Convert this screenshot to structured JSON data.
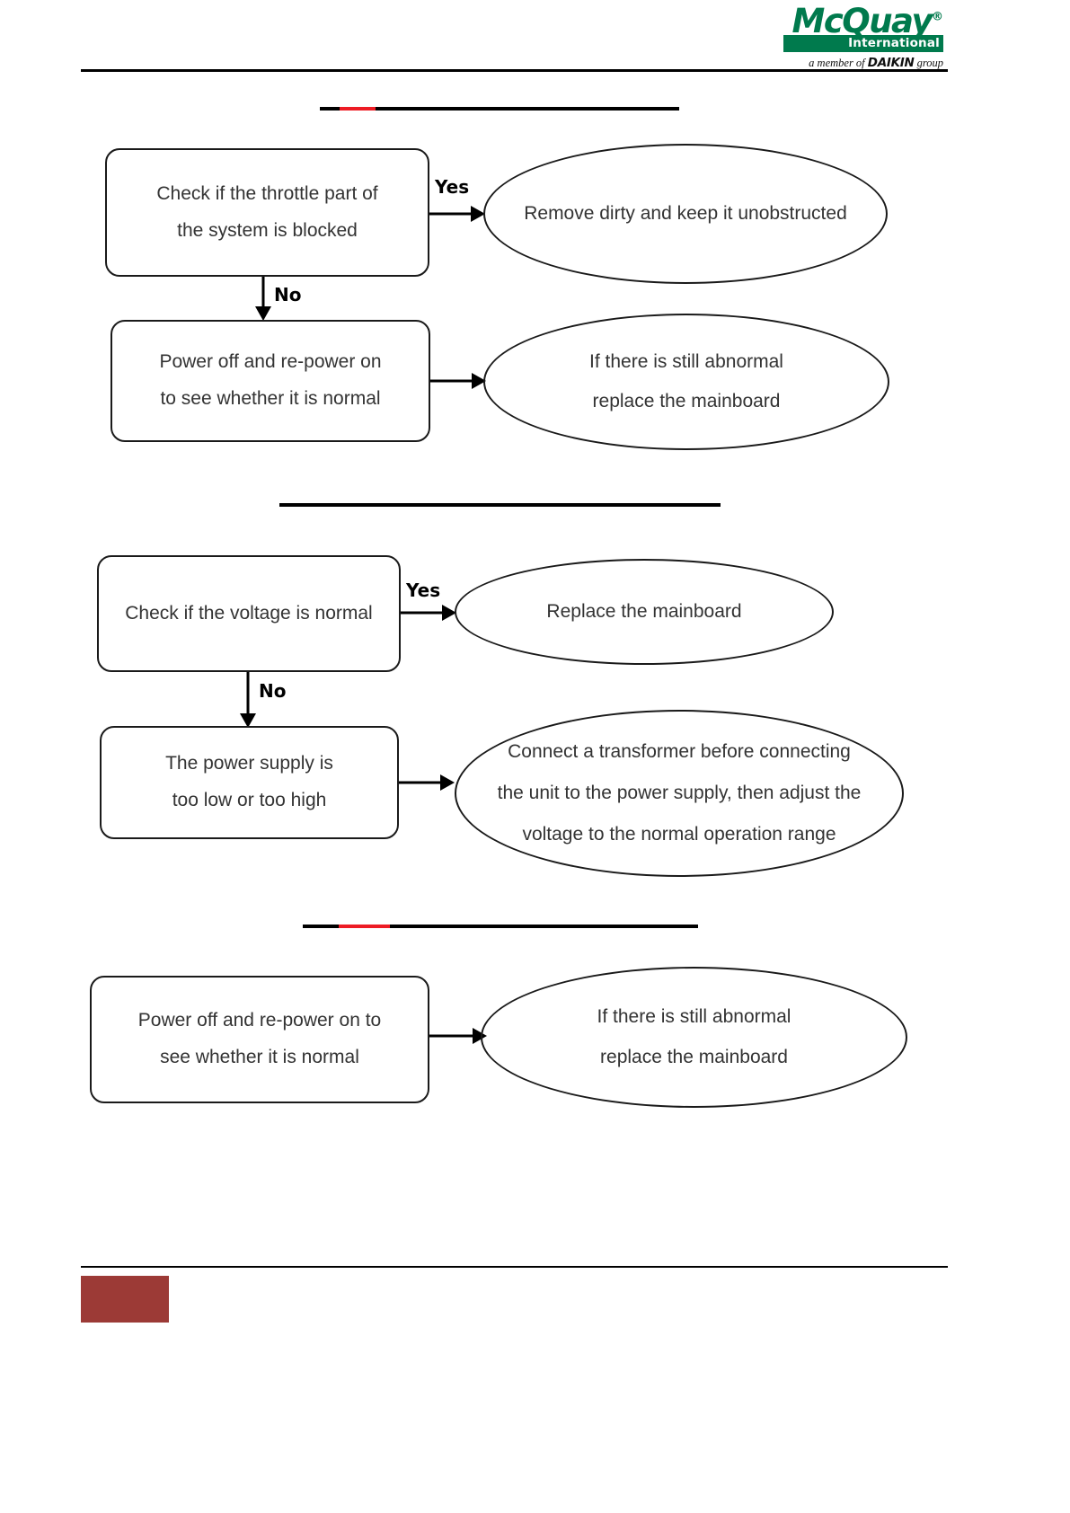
{
  "header": {
    "logo": {
      "brand": "McQuay",
      "registered": "®",
      "sub": "International",
      "tagline_pre": "a member of",
      "tagline_brand": "DAIKIN",
      "tagline_post": "group"
    }
  },
  "sections": [
    {
      "heading_redacted": true,
      "nodes": [
        {
          "name": "decision",
          "lines": [
            "Check if the throttle part of",
            "the system is blocked"
          ]
        },
        {
          "name": "yes-outcome",
          "lines": [
            "Remove dirty and keep it unobstructed"
          ]
        },
        {
          "name": "no-action",
          "lines": [
            "Power off and re-power on",
            "to see whether it is normal"
          ]
        },
        {
          "name": "no-outcome",
          "lines": [
            "If there is still abnormal",
            "replace the mainboard"
          ]
        }
      ],
      "edges": [
        {
          "label": "Yes"
        },
        {
          "label": "No"
        }
      ]
    },
    {
      "heading_redacted": true,
      "nodes": [
        {
          "name": "decision",
          "lines": [
            "Check if the voltage is normal"
          ]
        },
        {
          "name": "yes-outcome",
          "lines": [
            "Replace the mainboard"
          ]
        },
        {
          "name": "no-action",
          "lines": [
            "The power supply is",
            "too low or too high"
          ]
        },
        {
          "name": "no-outcome",
          "lines": [
            "Connect a transformer before connecting",
            "the unit to the power supply, then adjust the",
            "voltage to the normal operation range"
          ]
        }
      ],
      "edges": [
        {
          "label": "Yes"
        },
        {
          "label": "No"
        }
      ]
    },
    {
      "heading_redacted": true,
      "nodes": [
        {
          "name": "action",
          "lines": [
            "Power off and re-power on to",
            "see whether it is normal"
          ]
        },
        {
          "name": "outcome",
          "lines": [
            "If there is still abnormal",
            "replace the mainboard"
          ]
        }
      ],
      "edges": []
    }
  ],
  "colors": {
    "brand_green": "#007A4D",
    "redaction_red": "#ED1C24",
    "footer_block": "#9C3A36",
    "stroke": "#1a1a1a",
    "text": "#333333"
  }
}
